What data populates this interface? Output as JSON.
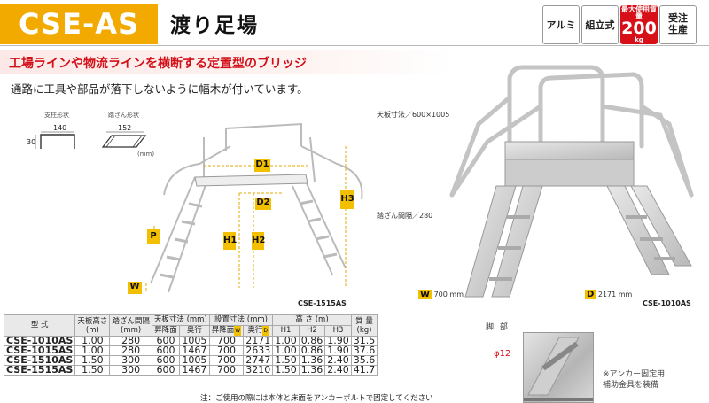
{
  "header": {
    "model": "CSE-AS",
    "title": "渡り足場",
    "badges": {
      "aluminum": "アルミ",
      "assembly": "組立式",
      "max_load_label": "最大使用質量",
      "max_load_value": "200",
      "max_load_unit": "kg",
      "made_to_order": "受注\n生産"
    }
  },
  "banner": "工場ラインや物流ラインを横断する定置型のブリッジ",
  "description": "通路に工具や部品が落下しないように幅木が付いています。",
  "profiles": {
    "post_label": "支柱形状",
    "tread_label": "踏ざん形状",
    "post_width": "140",
    "post_height": "30",
    "tread_width": "152",
    "unit": "(mm)"
  },
  "diagram": {
    "labels": {
      "D1": "D1",
      "D2": "D2",
      "H1": "H1",
      "H2": "H2",
      "H3": "H3",
      "P": "P",
      "W": "W"
    },
    "caption": "CSE-1515AS"
  },
  "photo": {
    "plate_size": "天板寸法／600×1005",
    "tread_pitch": "踏ざん間隔／280",
    "w_label": "W",
    "w_value": "700",
    "d_label": "D",
    "d_value": "2171",
    "unit": "mm",
    "caption": "CSE-1010AS"
  },
  "detail": {
    "label": "脚 部",
    "dia": "φ12",
    "note": "※アンカー固定用\n補助金具を装備"
  },
  "table": {
    "headers": {
      "model": "型 式",
      "plate_height": "天板高さ",
      "plate_height_unit": "(m)",
      "tread_pitch": "踏ざん間隔",
      "tread_pitch_unit": "(mm)",
      "plate_size": "天板寸法 (mm)",
      "width": "昇降面",
      "depth": "奥行",
      "install": "設置寸法 (mm)",
      "install_w": "昇降面",
      "install_w_tag": "W",
      "install_d": "奥行",
      "install_d_tag": "D",
      "height": "高 さ (m)",
      "h1": "H1",
      "h2": "H2",
      "h3": "H3",
      "mass": "質 量",
      "mass_unit": "(kg)"
    },
    "rows": [
      [
        "CSE-1010AS",
        "1.00",
        "280",
        "600",
        "1005",
        "700",
        "2171",
        "1.00",
        "0.86",
        "1.90",
        "31.5"
      ],
      [
        "CSE-1015AS",
        "1.00",
        "280",
        "600",
        "1467",
        "700",
        "2633",
        "1.00",
        "0.86",
        "1.90",
        "37.6"
      ],
      [
        "CSE-1510AS",
        "1.50",
        "300",
        "600",
        "1005",
        "700",
        "2747",
        "1.50",
        "1.36",
        "2.40",
        "35.6"
      ],
      [
        "CSE-1515AS",
        "1.50",
        "300",
        "600",
        "1467",
        "700",
        "3210",
        "1.50",
        "1.36",
        "2.40",
        "41.7"
      ]
    ]
  },
  "footnote": "注：ご使用の際には本体と床面をアンカーボルトで固定してください",
  "colors": {
    "accent": "#f2a900",
    "red": "#d20f17",
    "yellow": "#f2c000"
  }
}
